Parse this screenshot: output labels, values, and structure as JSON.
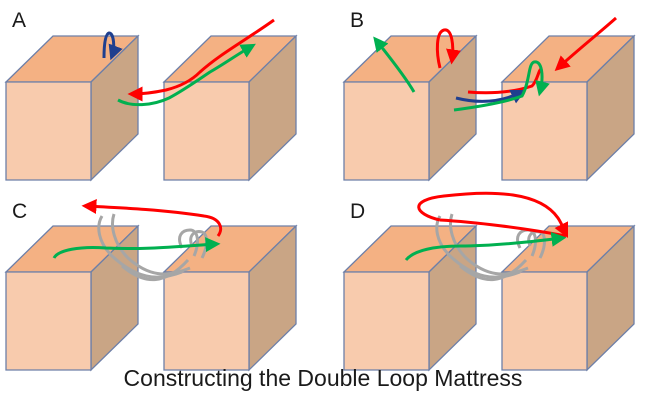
{
  "figure": {
    "caption": "Constructing the Double Loop Mattress",
    "panels": [
      {
        "label": "A"
      },
      {
        "label": "B"
      },
      {
        "label": "C"
      },
      {
        "label": "D"
      }
    ]
  },
  "colors": {
    "block_front": "#f8cbad",
    "block_top": "#f4b183",
    "block_side": "#c9a585",
    "block_edge": "#6d7fa8",
    "suture_red": "#ff0000",
    "suture_green": "#00b050",
    "suture_blue": "#1f3f8f",
    "suture_gray": "#a6a6a6"
  }
}
